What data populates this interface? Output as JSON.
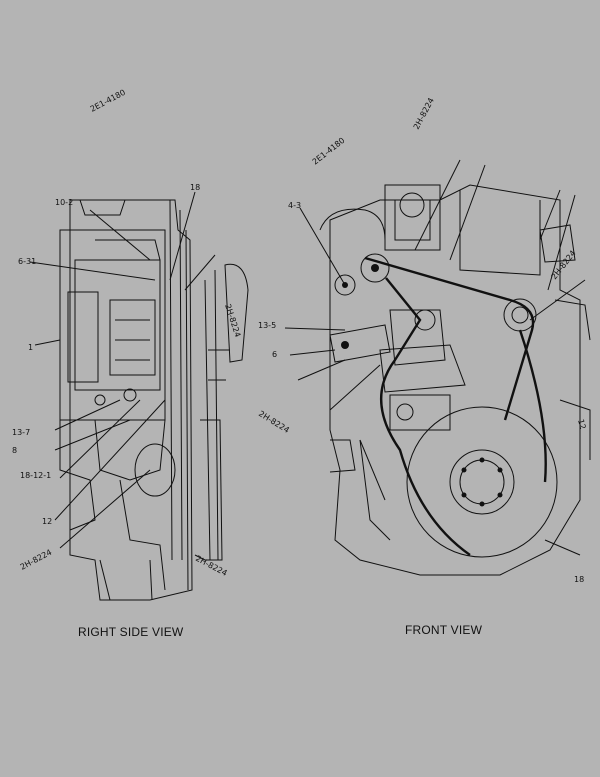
{
  "captions": {
    "right_side_view": "RIGHT SIDE VIEW",
    "front_view": "FRONT VIEW"
  },
  "callouts": {
    "top_left_rotated": "2E1-4180",
    "top_right_rotated": "2H-8224",
    "center_rotated": "2E1-4180",
    "left_a": "10-2",
    "left_b": "18",
    "left_c": "6-31",
    "left_d": "13-7",
    "left_e": "8",
    "left_f": "18-12-1",
    "left_g": "12",
    "left_h": "1",
    "left_bottom": "2H-8224",
    "left_bottom_right": "2H-8224",
    "mid_rotated": "2H-8224",
    "front_a": "4-3",
    "front_b": "13-5",
    "front_c": "6",
    "front_right": "2H-8224",
    "front_right_b": "12",
    "front_center_rotated": "2H-8224",
    "front_bottom_right": "18"
  }
}
